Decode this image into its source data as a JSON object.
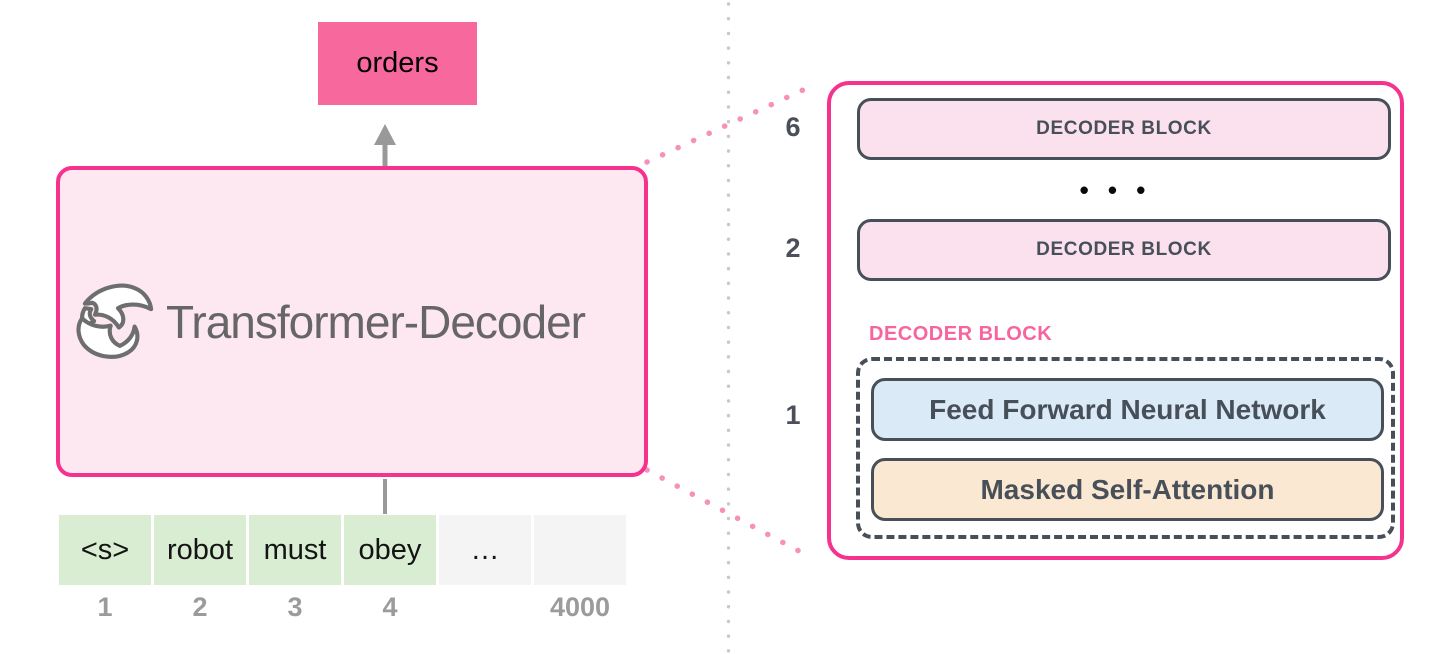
{
  "left": {
    "output_token": "orders",
    "model_label": "Transformer-Decoder",
    "logo_icon": "flame-icon",
    "input_tokens": [
      "<s>",
      "robot",
      "must",
      "obey",
      "…",
      ""
    ],
    "input_positions": [
      "1",
      "2",
      "3",
      "4",
      "",
      "4000"
    ]
  },
  "right": {
    "layer_numbers": [
      "6",
      "2",
      "1"
    ],
    "top_block_label": "DECODER BLOCK",
    "middle_block_label": "DECODER BLOCK",
    "stack_ellipsis": "• • •",
    "expanded_block_title": "DECODER BLOCK",
    "ffnn_label": "Feed Forward Neural Network",
    "masked_attention_label": "Masked Self-Attention"
  },
  "colors": {
    "pink_border": "#F5338F",
    "pink_label": "#F7659F",
    "output_box_fill": "#F7689D",
    "model_fill": "#FDE7F1",
    "decoder_block_fill": "#FBE1ED",
    "dark_border": "#474F59",
    "ffnn_fill": "#DBEAF7",
    "attention_fill": "#FBE8D2",
    "token_green": "#D9EDD2",
    "token_gray": "#F4F4F4",
    "number_gray": "#9B9B9B",
    "connector_pink": "#F591BA",
    "separator_gray": "#C9C9C9",
    "arrow_gray": "#999999"
  }
}
